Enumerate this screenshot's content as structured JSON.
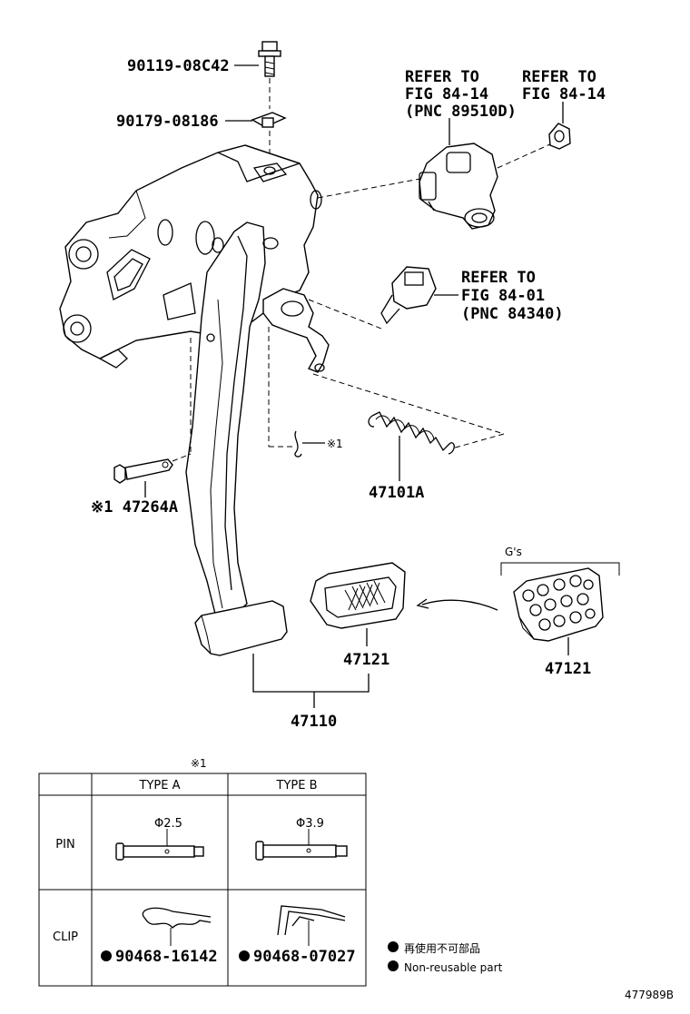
{
  "callouts": {
    "bolt": "90119-08C42",
    "nut": "90179-08186",
    "refer_top_left_1": "REFER TO",
    "refer_top_left_2": "FIG 84-14",
    "refer_top_left_3": "(PNC 89510D)",
    "refer_top_right_1": "REFER TO",
    "refer_top_right_2": "FIG 84-14",
    "refer_mid_1": "REFER TO",
    "refer_mid_2": "FIG 84-01",
    "refer_mid_3": "(PNC 84340)",
    "clip_mark": "※1",
    "pin": "※1 47264A",
    "spring": "47101A",
    "pad_left": "47121",
    "pad_right": "47121",
    "pedal_assy": "47110",
    "gs_label": "G's"
  },
  "table": {
    "note_mark": "※1",
    "col_a": "TYPE A",
    "col_b": "TYPE B",
    "row_pin": "PIN",
    "row_clip": "CLIP",
    "pin_a_dia": "Φ2.5",
    "pin_b_dia": "Φ3.9",
    "clip_a_part": "90468-16142",
    "clip_b_part": "90468-07027"
  },
  "legend": {
    "jp": "再使用不可部品",
    "en": "Non-reusable part"
  },
  "figure_id": "477989B"
}
